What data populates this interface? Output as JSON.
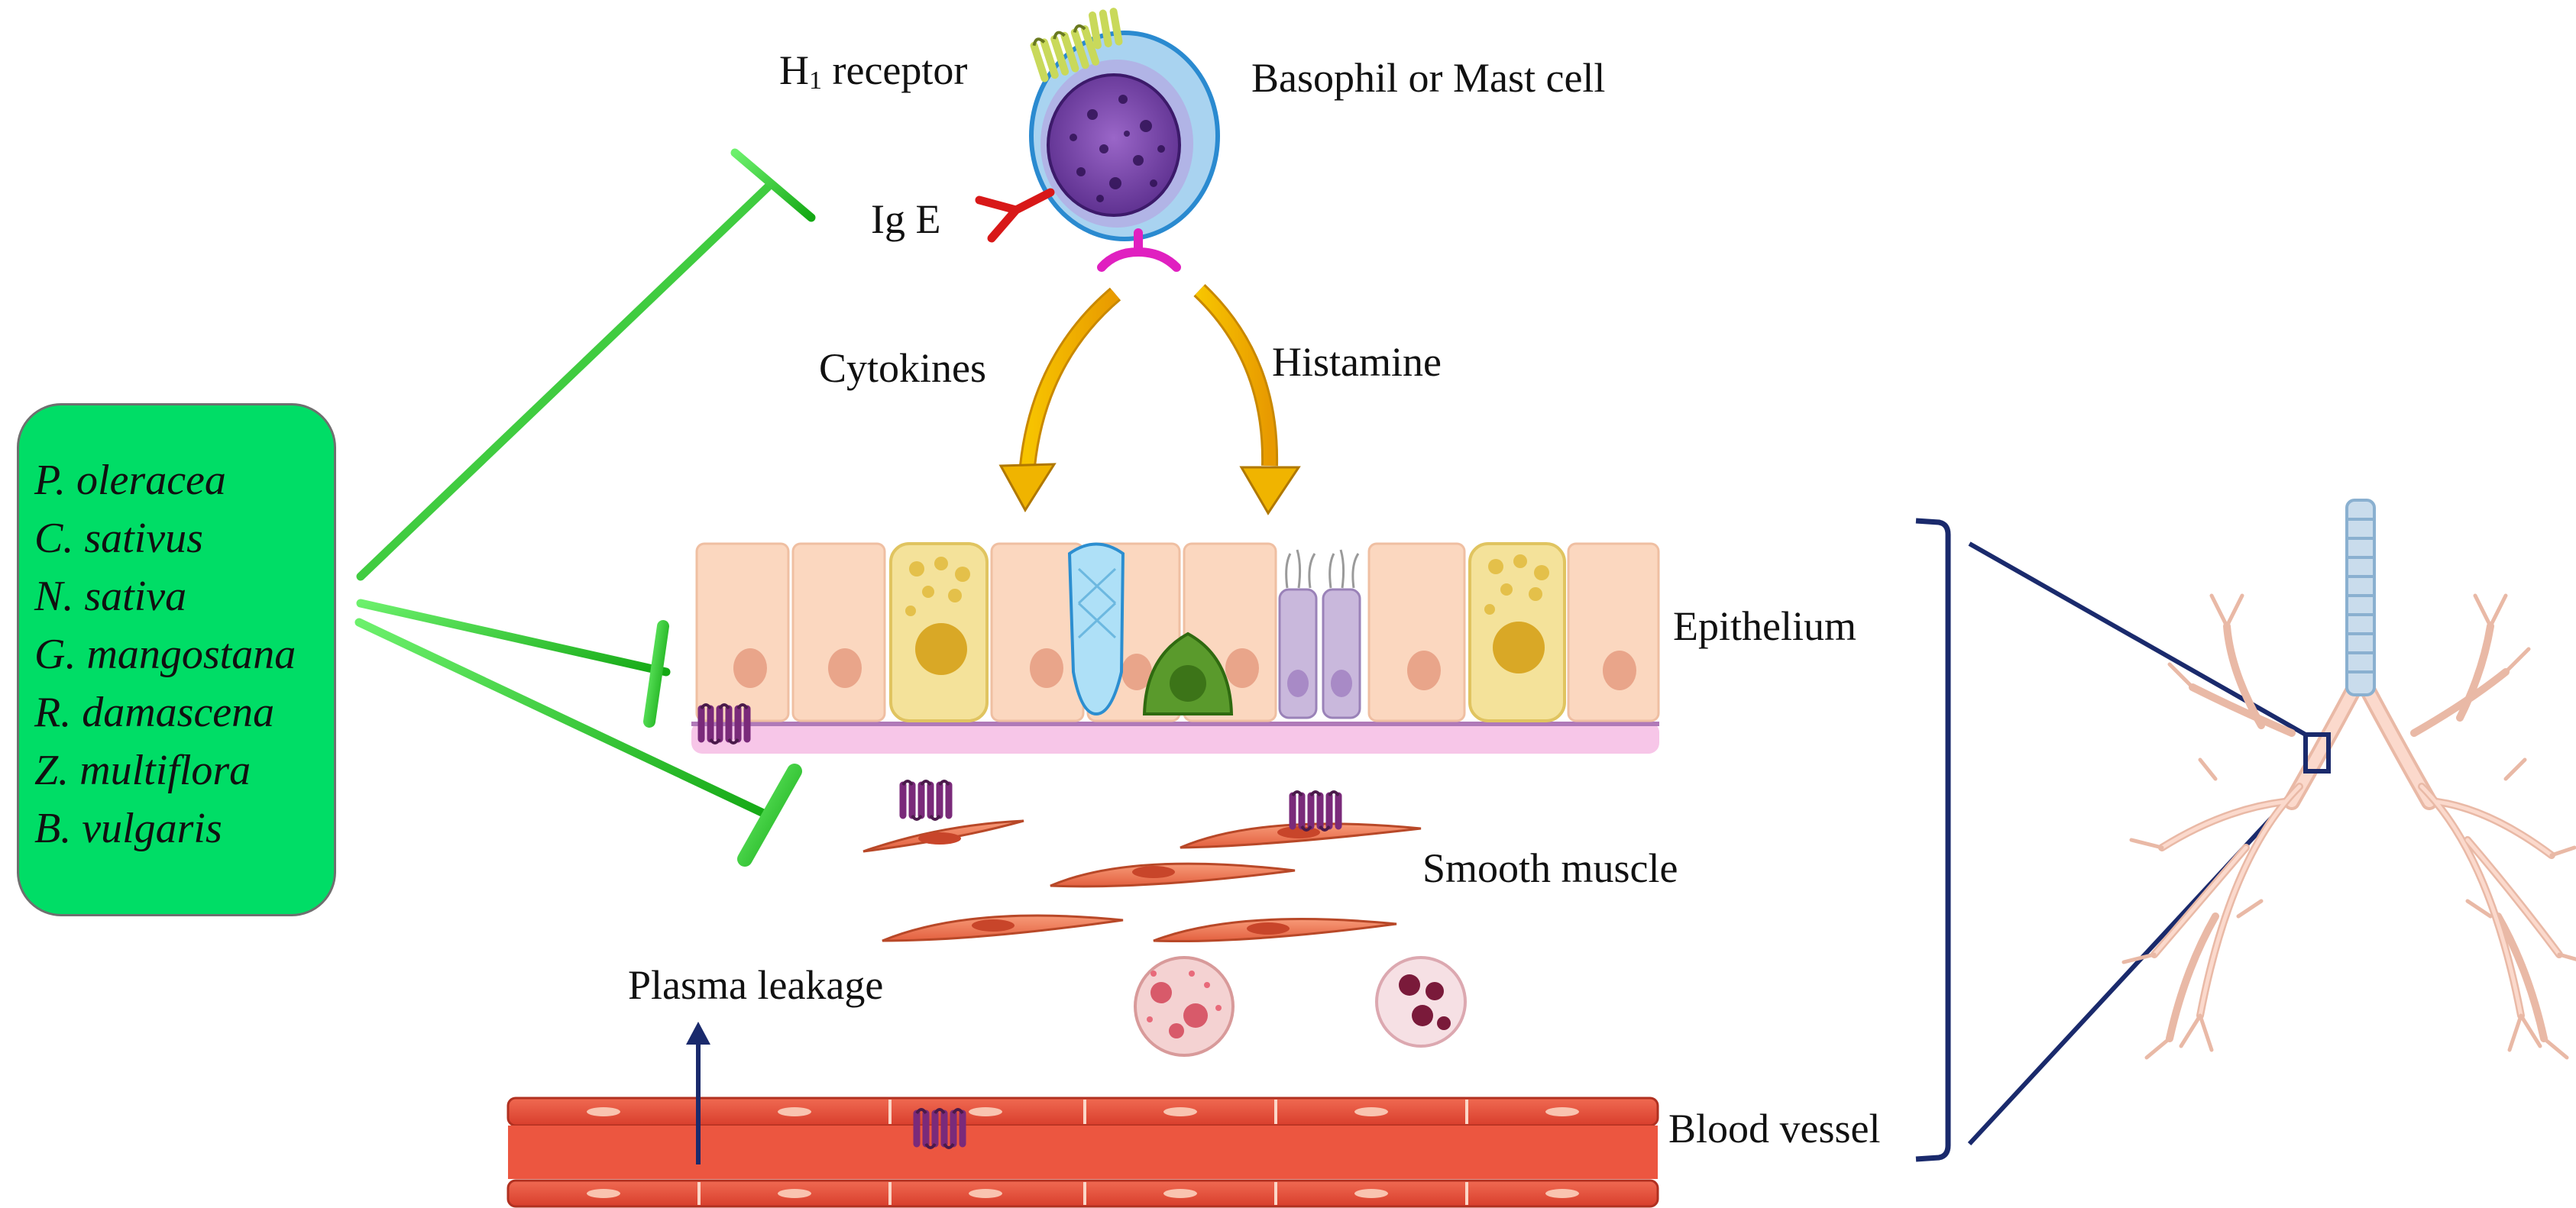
{
  "plant_extracts": {
    "items": [
      "P. oleracea",
      "C. sativus",
      "N. sativa",
      "G. mangostana",
      "R. damascena",
      "Z. multiflora",
      "B. vulgaris"
    ]
  },
  "labels": {
    "h1_receptor_main": "H",
    "h1_receptor_sub": "1",
    "h1_receptor_rest": " receptor",
    "basophil": "Basophil or Mast cell",
    "ige": "Ig E",
    "cytokines": "Cytokines",
    "histamine": "Histamine",
    "epithelium": "Epithelium",
    "smooth_muscle": "Smooth muscle",
    "plasma_leakage": "Plasma leakage",
    "blood_vessel": "Blood vessel"
  },
  "colors": {
    "inhibition_green": "#22d022",
    "plant_box": "#00dd66",
    "mediator_arrow": "#f0b400",
    "bracket_navy": "#1a2a6c",
    "receptor_purple": "#7a2a7a",
    "vessel_red": "#e8513d"
  }
}
